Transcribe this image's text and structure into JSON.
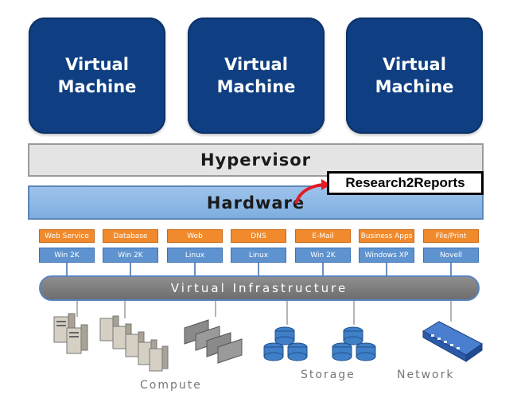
{
  "virtual_machines": [
    {
      "line1": "Virtual",
      "line2": "Machine"
    },
    {
      "line1": "Virtual",
      "line2": "Machine"
    },
    {
      "line1": "Virtual",
      "line2": "Machine"
    }
  ],
  "hypervisor": "Hypervisor",
  "hardware": "Hardware",
  "watermark": "Research2Reports",
  "services": [
    {
      "service": "Web Service",
      "os": "Win 2K"
    },
    {
      "service": "Database",
      "os": "Win 2K"
    },
    {
      "service": "Web",
      "os": "Linux"
    },
    {
      "service": "DNS",
      "os": "Linux"
    },
    {
      "service": "E-Mail",
      "os": "Win 2K"
    },
    {
      "service": "Business Apps",
      "os": "Windows XP"
    },
    {
      "service": "File/Print",
      "os": "Novell"
    }
  ],
  "virtual_infrastructure": "Virtual Infrastructure",
  "resources": {
    "compute": "Compute",
    "storage": "Storage",
    "network": "Network"
  },
  "colors": {
    "vm": "#0f3f82",
    "service": "#f08a2c",
    "os": "#5e93cf",
    "infra": "#7e7e7e"
  }
}
